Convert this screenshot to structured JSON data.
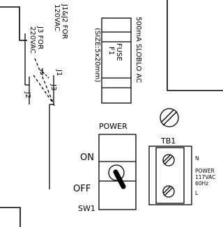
{
  "jumpers": {
    "j1j2_line1": "J1&J2 FOR",
    "j1j2_line2": "120VAC",
    "j3_line1": "J3 FOR",
    "j3_line2": "220VAC",
    "j1": "J1",
    "j2": "J2",
    "j3": "J3"
  },
  "fuse": {
    "label1": "FUSE",
    "label2": "F1",
    "size": "(SIZE:5x20mm)",
    "rating": "500mA SLOBLO AC"
  },
  "switch": {
    "title": "POWER",
    "on": "ON",
    "off": "OFF",
    "ref": "SW1"
  },
  "terminal": {
    "ref": "TB1",
    "n": "N",
    "l": "L",
    "power1": "POWER",
    "power2": "117VAC",
    "power3": "60Hz"
  }
}
